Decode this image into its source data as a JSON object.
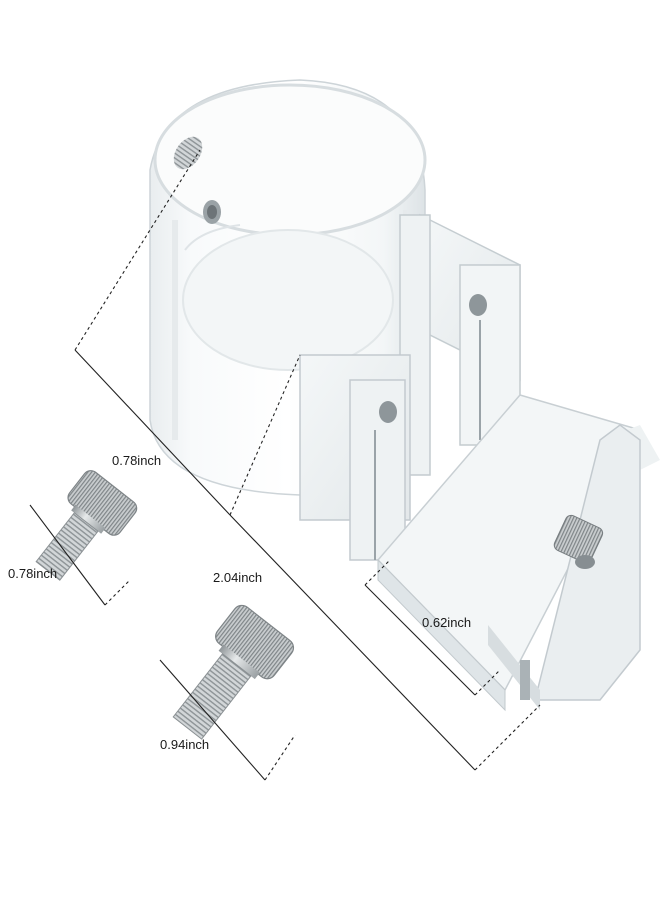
{
  "dimensions": {
    "ring_height": "0.78inch",
    "overall_length": "2.04inch",
    "slot_width": "0.62inch",
    "small_screw_length": "0.78inch",
    "large_screw_length": "0.94inch"
  },
  "colors": {
    "acrylic_edge": "#cfd6da",
    "acrylic_dark": "#9aa4aa",
    "dimension_line": "#222222",
    "screw_metal": "#b8bcbf"
  }
}
